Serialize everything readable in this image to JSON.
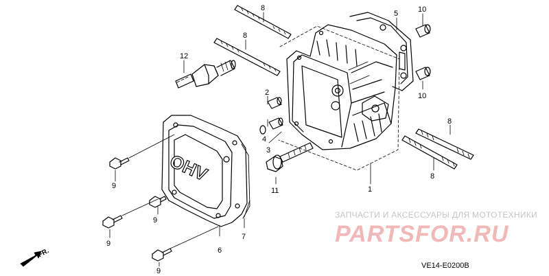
{
  "parts": {
    "p1": "1",
    "p2": "2",
    "p3": "3",
    "p4": "4",
    "p5": "5",
    "p6": "6",
    "p7": "7",
    "p8": "8",
    "p9": "9",
    "p10": "10",
    "p11": "11",
    "p12": "12"
  },
  "front_label": "FR.",
  "cover_text": "OHV",
  "watermark": {
    "subtitle": "ЗАПЧАСТИ И АКСЕССУАРЫ ДЛЯ МОТОТЕХНИКИ",
    "logo": "PARTSFOR.RU"
  },
  "diagram_code": "VE14-E0200B"
}
